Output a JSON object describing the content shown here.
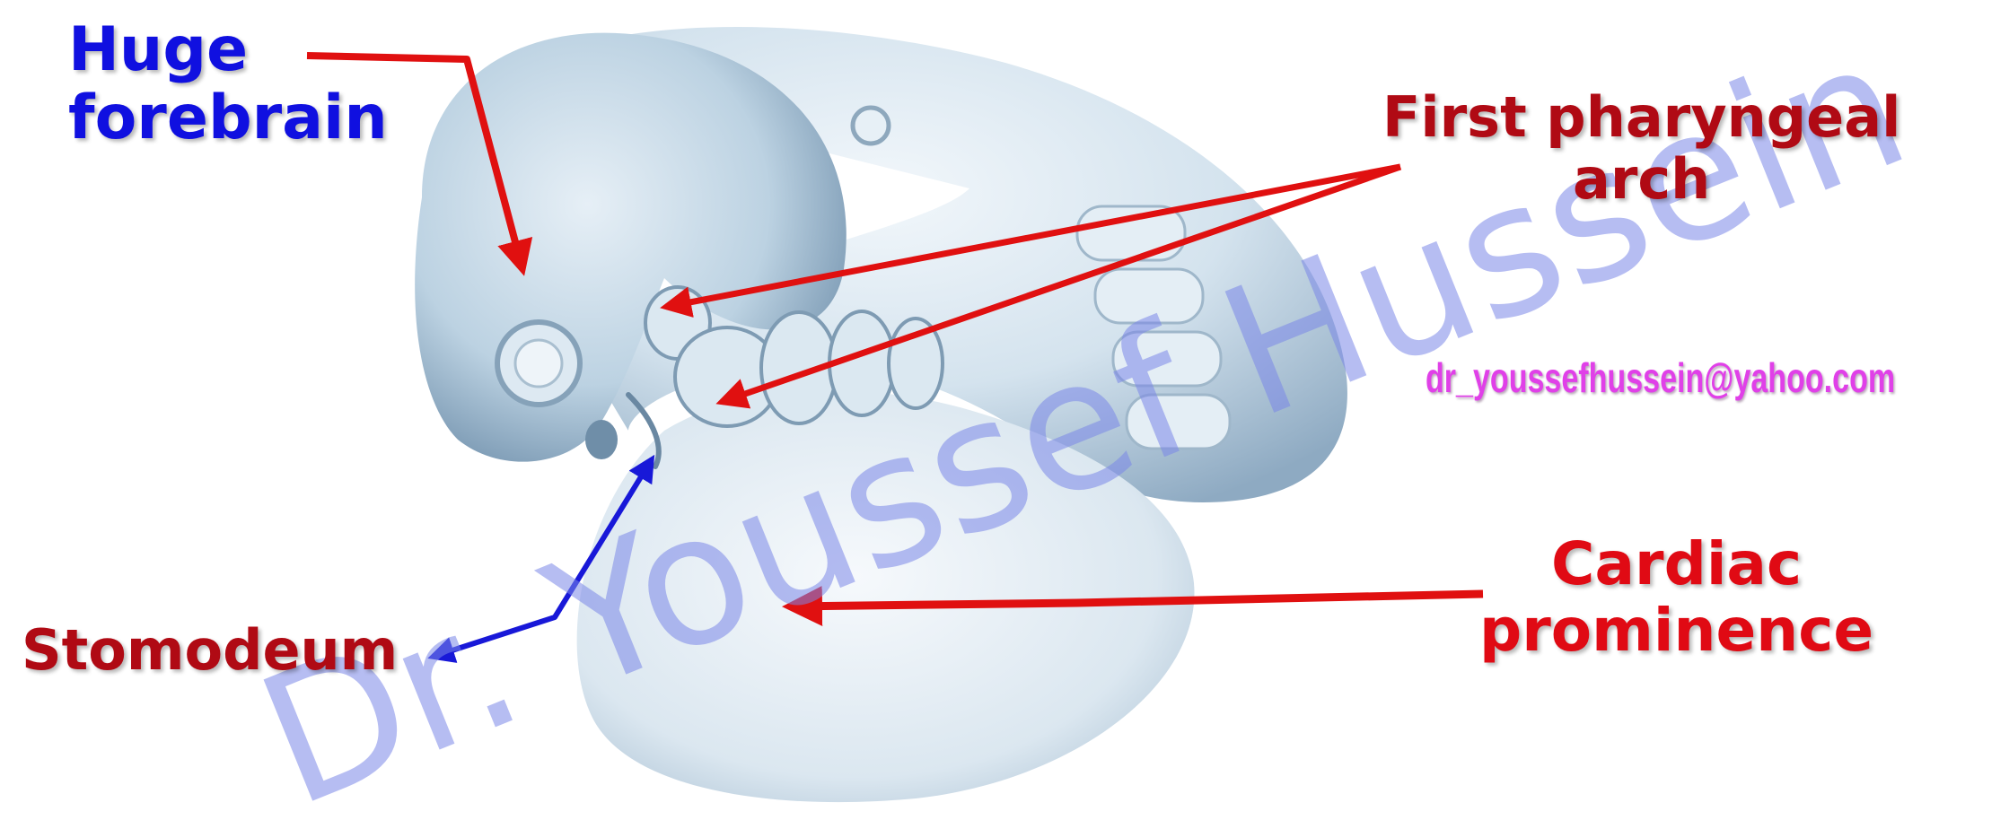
{
  "labels": {
    "forebrain": [
      "Huge",
      "forebrain"
    ],
    "pharyngeal": [
      "First pharyngeal",
      "arch"
    ],
    "stomodeum": "Stomodeum",
    "cardiac": [
      "Cardiac",
      "prominence"
    ]
  },
  "watermark": {
    "name": "Dr. Youssef Hussein",
    "email": "dr_youssefhussein@yahoo.com"
  },
  "colors": {
    "blue_label": "#1010e0",
    "red_label": "#b00a14",
    "bright_red": "#e00a14",
    "arrow_red": "#e01010",
    "arrow_blue": "#1818d8",
    "watermark_blue": "#7a86e8",
    "email_magenta": "#e040e8",
    "embryo_light": "#eef4fa",
    "embryo_mid": "#c4d8e8",
    "embryo_dark": "#7896b0"
  }
}
